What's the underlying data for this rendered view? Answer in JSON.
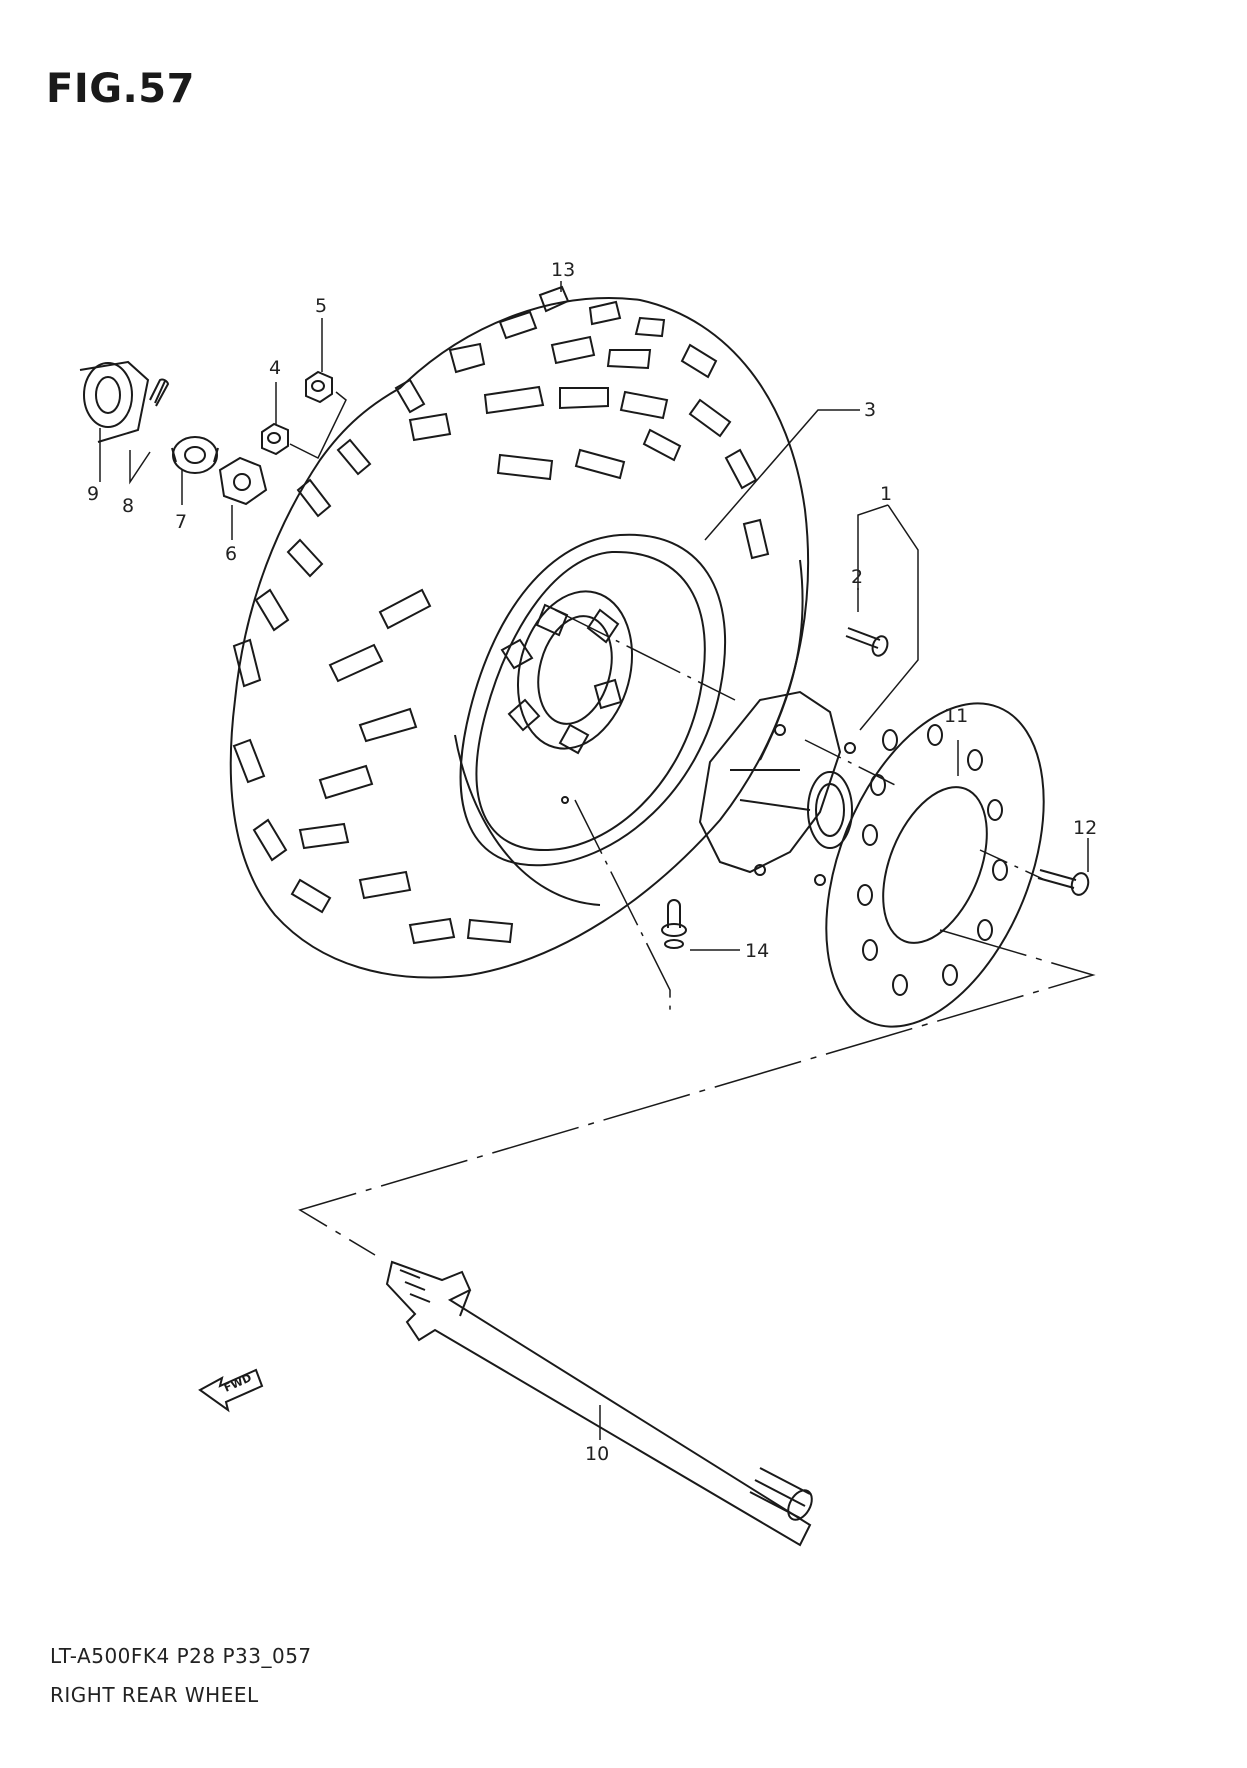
{
  "figure": {
    "title": "FIG.57"
  },
  "callouts": [
    {
      "id": "1",
      "label": "1"
    },
    {
      "id": "2",
      "label": "2"
    },
    {
      "id": "3",
      "label": "3"
    },
    {
      "id": "4",
      "label": "4"
    },
    {
      "id": "5",
      "label": "5"
    },
    {
      "id": "6",
      "label": "6"
    },
    {
      "id": "7",
      "label": "7"
    },
    {
      "id": "8",
      "label": "8"
    },
    {
      "id": "9",
      "label": "9"
    },
    {
      "id": "10",
      "label": "10"
    },
    {
      "id": "11",
      "label": "11"
    },
    {
      "id": "12",
      "label": "12"
    },
    {
      "id": "13",
      "label": "13"
    },
    {
      "id": "14",
      "label": "14"
    }
  ],
  "fwd_arrow": {
    "label": "FWD"
  },
  "footer": {
    "code": "LT-A500FK4 P28 P33_057",
    "name": "RIGHT REAR WHEEL"
  }
}
